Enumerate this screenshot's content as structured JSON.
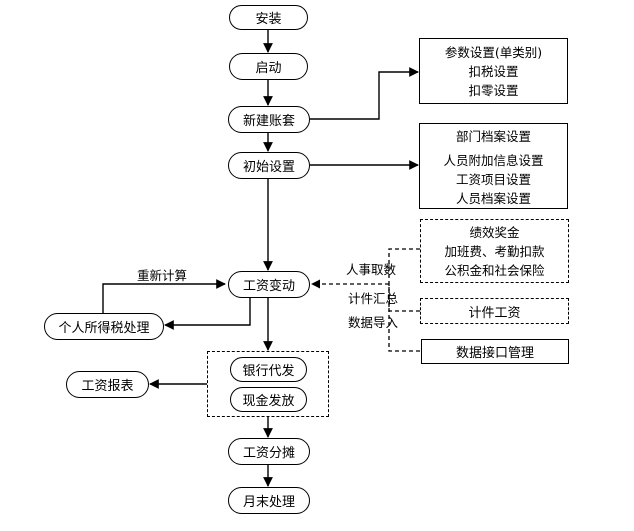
{
  "flow": {
    "install": "安装",
    "start": "启动",
    "new_account": "新建账套",
    "init_settings": "初始设置",
    "salary_change": "工资变动",
    "tax": "个人所得税处理",
    "report": "工资报表",
    "bank": "银行代发",
    "cash": "现金发放",
    "allocation": "工资分摊",
    "month_end": "月末处理"
  },
  "boxes": {
    "params": [
      "参数设置(单类别)",
      "扣税设置",
      "扣零设置"
    ],
    "archives": [
      "部门档案设置",
      "人员附加信息设置",
      "工资项目设置",
      "人员档案设置"
    ],
    "bonus": [
      "绩效奖金",
      "加班费、考勤扣款",
      "公积金和社会保险"
    ],
    "piece_salary": "计件工资",
    "data_interface": "数据接口管理"
  },
  "labels": {
    "recalc": "重新计算",
    "hr_fetch": "人事取数",
    "piece_summary": "计件汇总",
    "data_import": "数据导入"
  }
}
